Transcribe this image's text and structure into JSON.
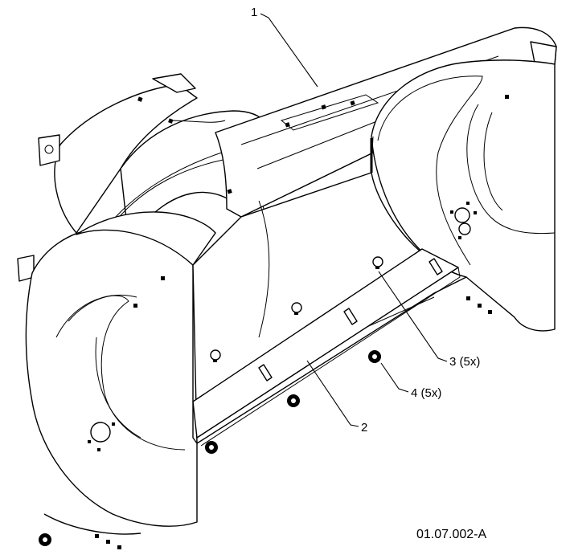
{
  "callouts": {
    "c1": "1",
    "c2": "2",
    "c3": "3 (5x)",
    "c4": "4 (5x)"
  },
  "figure_id": "01.07.002-A"
}
